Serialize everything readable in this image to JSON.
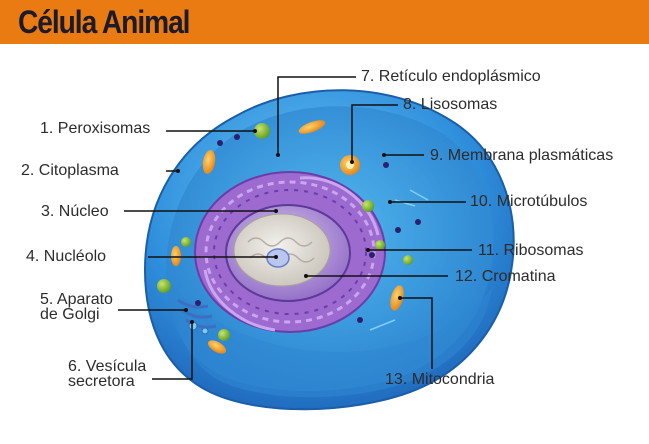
{
  "title": "Célula Animal",
  "colors": {
    "header_bg": "#ea7a12",
    "title_text": "#1b1b2b",
    "membrane": "#2a7fd0",
    "cytoplasm": "#3aa6e6",
    "endoplasmic_reticulum": "#8c5bc4",
    "nucleus": "#b89ad8",
    "nucleolus": "#e5e2da",
    "mitochondria": "#f2a027",
    "leader_line": "#111111"
  },
  "labels": [
    {
      "id": "peroxisomas",
      "text": "1. Peroxisomas"
    },
    {
      "id": "citoplasma",
      "text": "2. Citoplasma"
    },
    {
      "id": "nucleo",
      "text": "3. Núcleo"
    },
    {
      "id": "nucleolo",
      "text": "4. Nucléolo"
    },
    {
      "id": "golgi",
      "text": "5. Aparato\nde Golgi"
    },
    {
      "id": "vesicula",
      "text": "6. Vesícula\nsecretora"
    },
    {
      "id": "reticulo",
      "text": "7. Retículo endoplásmico"
    },
    {
      "id": "lisosomas",
      "text": "8. Lisosomas"
    },
    {
      "id": "membrana",
      "text": "9. Membrana plasmáticas"
    },
    {
      "id": "microtubulos",
      "text": "10. Microtúbulos"
    },
    {
      "id": "ribosomas",
      "text": "11. Ribosomas"
    },
    {
      "id": "cromatina",
      "text": "12. Cromatina"
    },
    {
      "id": "mitocondria",
      "text": "13. Mitocondria"
    }
  ]
}
